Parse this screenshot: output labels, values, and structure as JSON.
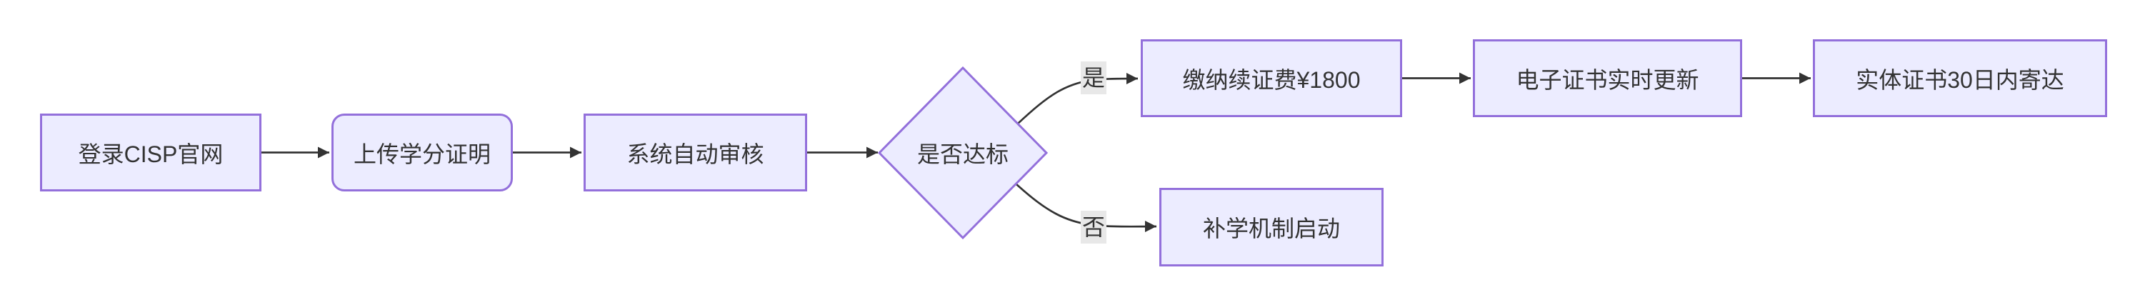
{
  "diagram": {
    "type": "flowchart",
    "direction": "left-to-right",
    "background_color": "#ffffff",
    "node_fill_color": "#ECECFF",
    "node_border_color": "#9370DB",
    "edge_line_color": "#333333",
    "text_color": "#333333",
    "edge_label_background": "#e8e8e8",
    "nodes": [
      {
        "id": "login",
        "label": "登录CISP官网",
        "shape": "rectangle"
      },
      {
        "id": "upload",
        "label": "上传学分证明",
        "shape": "rounded-rectangle"
      },
      {
        "id": "review",
        "label": "系统自动审核",
        "shape": "rectangle"
      },
      {
        "id": "decision",
        "label": "是否达标",
        "shape": "diamond"
      },
      {
        "id": "pay-fee",
        "label": "缴纳续证费¥1800",
        "shape": "rectangle"
      },
      {
        "id": "e-cert",
        "label": "电子证书实时更新",
        "shape": "rectangle"
      },
      {
        "id": "physical-cert",
        "label": "实体证书30日内寄达",
        "shape": "rectangle"
      },
      {
        "id": "makeup",
        "label": "补学机制启动",
        "shape": "rectangle"
      }
    ],
    "edges": [
      {
        "from": "login",
        "to": "upload",
        "label": ""
      },
      {
        "from": "upload",
        "to": "review",
        "label": ""
      },
      {
        "from": "review",
        "to": "decision",
        "label": ""
      },
      {
        "from": "decision",
        "to": "pay-fee",
        "label": "是"
      },
      {
        "from": "decision",
        "to": "makeup",
        "label": "否"
      },
      {
        "from": "pay-fee",
        "to": "e-cert",
        "label": ""
      },
      {
        "from": "e-cert",
        "to": "physical-cert",
        "label": ""
      }
    ]
  }
}
